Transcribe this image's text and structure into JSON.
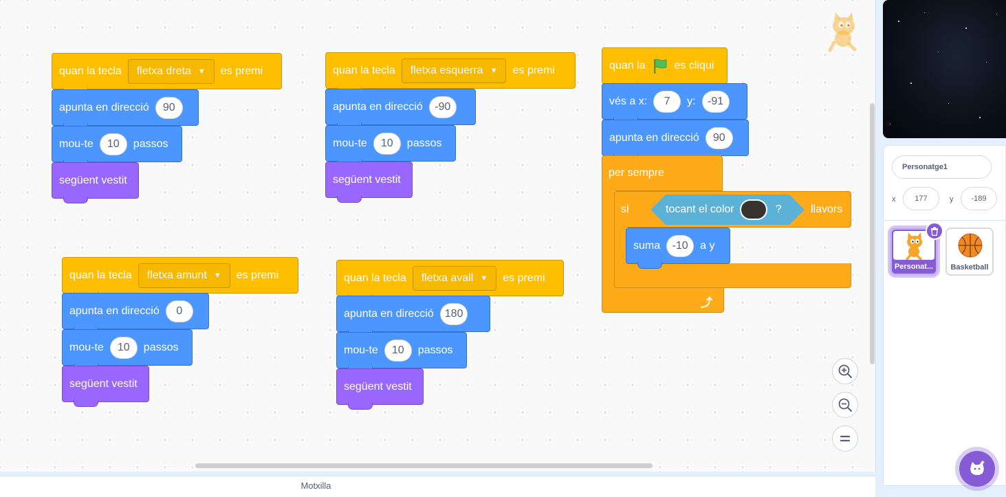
{
  "colors": {
    "events": "#ffbf00",
    "motion": "#4c97ff",
    "looks": "#9966ff",
    "control": "#ffab19",
    "sensing": "#5cb1d6",
    "sprite_selected": "#855cd6",
    "touch_color": "#383330"
  },
  "scripts": [
    {
      "hat": {
        "prefix": "quan la tecla",
        "key": "fletxa dreta",
        "suffix": "es premi"
      },
      "point": {
        "label": "apunta en direcció",
        "value": "90"
      },
      "move": {
        "label": "mou-te",
        "value": "10",
        "suffix": "passos"
      },
      "costume": {
        "label": "següent vestit"
      }
    },
    {
      "hat": {
        "prefix": "quan la tecla",
        "key": "fletxa esquerra",
        "suffix": "es premi"
      },
      "point": {
        "label": "apunta en direcció",
        "value": "-90"
      },
      "move": {
        "label": "mou-te",
        "value": "10",
        "suffix": "passos"
      },
      "costume": {
        "label": "següent vestit"
      }
    },
    {
      "hat": {
        "prefix": "quan la tecla",
        "key": "fletxa amunt",
        "suffix": "es premi"
      },
      "point": {
        "label": "apunta en direcció",
        "value": "0"
      },
      "move": {
        "label": "mou-te",
        "value": "10",
        "suffix": "passos"
      },
      "costume": {
        "label": "següent vestit"
      }
    },
    {
      "hat": {
        "prefix": "quan la tecla",
        "key": "fletxa avall",
        "suffix": "es premi"
      },
      "point": {
        "label": "apunta en direcció",
        "value": "180"
      },
      "move": {
        "label": "mou-te",
        "value": "10",
        "suffix": "passos"
      },
      "costume": {
        "label": "següent vestit"
      }
    }
  ],
  "flag_script": {
    "hat": {
      "prefix": "quan la",
      "suffix": "es cliqui",
      "icon": "green-flag-icon"
    },
    "goto": {
      "label": "vés a x:",
      "x": "7",
      "y_label": "y:",
      "y": "-91"
    },
    "point": {
      "label": "apunta en direcció",
      "value": "90"
    },
    "forever": {
      "label": "per sempre",
      "icon": "loop-arrow-icon"
    },
    "if": {
      "label": "si",
      "then": "llavors"
    },
    "touching": {
      "label": "tocant el color",
      "suffix": "?"
    },
    "change_y": {
      "label": "suma",
      "value": "-10",
      "suffix": "a y"
    }
  },
  "backpack": {
    "label": "Motxilla"
  },
  "zoom": {
    "in_icon": "zoom-in-icon",
    "out_icon": "zoom-out-icon",
    "reset_icon": "zoom-reset-icon"
  },
  "sprite_info": {
    "name": "Personatge1",
    "x_label": "x",
    "x": "177",
    "y_label": "y",
    "y": "-189"
  },
  "sprites": [
    {
      "name": "Personat...",
      "selected": true
    },
    {
      "name": "Basketball",
      "selected": false
    }
  ]
}
